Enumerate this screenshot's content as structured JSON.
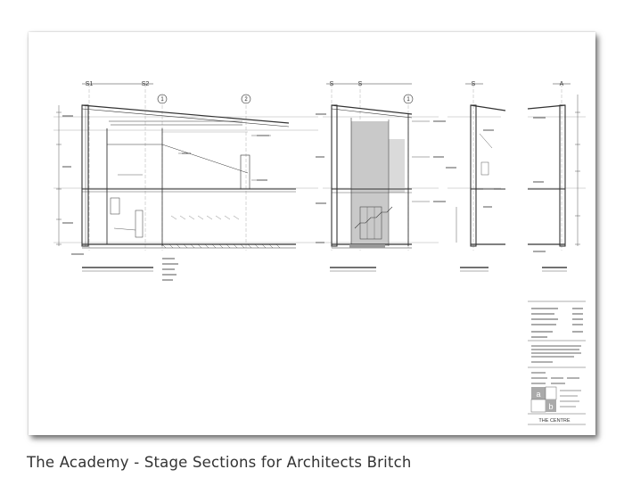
{
  "caption": "The Academy - Stage Sections for Architects Britch",
  "colors": {
    "line": "#333333",
    "shade": "#c8c8c8",
    "shadow": "#555555"
  },
  "grid_labels": {
    "section_1": [
      "S1",
      "S2"
    ],
    "section_2": [
      "S",
      "S",
      "1"
    ],
    "section_3": [
      "S",
      "A"
    ],
    "circled": [
      "1",
      "2"
    ]
  },
  "title_block": {
    "logo_letters": [
      "a",
      "b"
    ],
    "job_name": "THE CENTRE"
  }
}
